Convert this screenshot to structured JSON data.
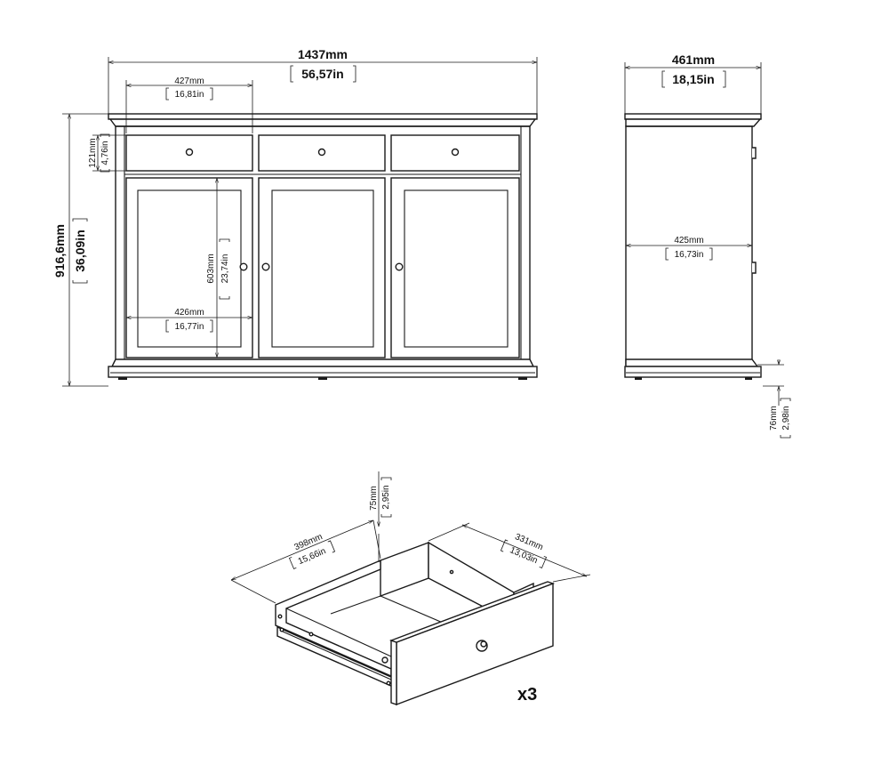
{
  "front": {
    "width": {
      "mm": "1437mm",
      "in": "56,57in"
    },
    "height": {
      "mm": "916,6mm",
      "in": "36,09in"
    },
    "drawer_width": {
      "mm": "427mm",
      "in": "16,81in"
    },
    "drawer_height": {
      "mm": "121mm",
      "in": "4,76in"
    },
    "door_height": {
      "mm": "603mm",
      "in": "23,74in"
    },
    "door_width": {
      "mm": "426mm",
      "in": "16,77in"
    }
  },
  "side": {
    "depth": {
      "mm": "461mm",
      "in": "18,15in"
    },
    "inner_depth": {
      "mm": "425mm",
      "in": "16,73in"
    },
    "foot_height": {
      "mm": "76mm",
      "in": "2,98in"
    }
  },
  "drawer": {
    "width": {
      "mm": "398mm",
      "in": "15,66in"
    },
    "depth": {
      "mm": "331mm",
      "in": "13,03in"
    },
    "height": {
      "mm": "75mm",
      "in": "2,95in"
    },
    "quantity": "x3"
  }
}
